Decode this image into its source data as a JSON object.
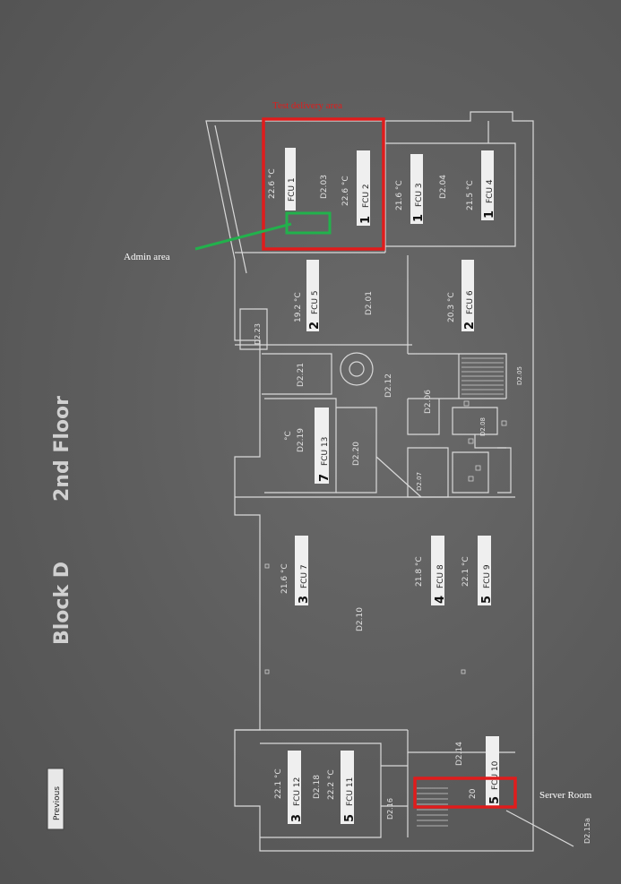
{
  "header": {
    "block": "Block D",
    "floor": "2nd Floor"
  },
  "controls": {
    "previous_label": "Previous"
  },
  "annotations": {
    "test_delivery": "Test delivery area",
    "admin": "Admin area",
    "server": "Server Room"
  },
  "rooms": [
    "D2.03",
    "D2.04",
    "D2.01",
    "D2.23",
    "D2.21",
    "D2.19",
    "D2.20",
    "D2.12",
    "D2.06",
    "D2.08",
    "D2.07",
    "D2.05",
    "D2.10",
    "D2.18",
    "D2.14",
    "D2.16",
    "D2.15a"
  ],
  "units": [
    {
      "label": "FCU 1",
      "level": "",
      "temp": "22.6 °C"
    },
    {
      "label": "FCU 2",
      "level": "1",
      "temp": "22.6 °C"
    },
    {
      "label": "FCU 3",
      "level": "1",
      "temp": "21.6 °C"
    },
    {
      "label": "FCU 4",
      "level": "1",
      "temp": "21.5 °C"
    },
    {
      "label": "FCU 5",
      "level": "2",
      "temp": "19.2 °C"
    },
    {
      "label": "FCU 6",
      "level": "2",
      "temp": "20.3 °C"
    },
    {
      "label": "FCU 13",
      "level": "7",
      "temp": "°C"
    },
    {
      "label": "FCU 7",
      "level": "3",
      "temp": "21.6 °C"
    },
    {
      "label": "FCU 8",
      "level": "4",
      "temp": "21.8 °C"
    },
    {
      "label": "FCU 9",
      "level": "5",
      "temp": "22.1 °C"
    },
    {
      "label": "FCU 12",
      "level": "3",
      "temp": "22.1 °C"
    },
    {
      "label": "FCU 11",
      "level": "5",
      "temp": "22.2 °C"
    },
    {
      "label": "FCU 10",
      "level": "5",
      "temp": "20"
    }
  ],
  "colors": {
    "highlight_red": "#e01c1c",
    "highlight_green": "#22b14c",
    "background": "#5f5f5f",
    "plan_line": "#d9d9d9"
  }
}
